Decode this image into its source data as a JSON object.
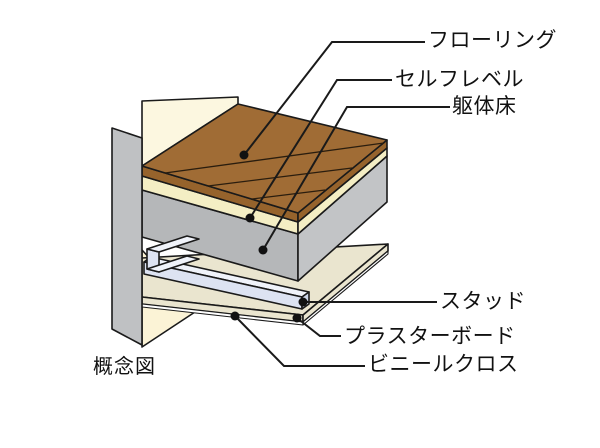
{
  "diagram": {
    "caption": "概念図",
    "labels": [
      {
        "id": "flooring",
        "text": "フローリング"
      },
      {
        "id": "self-level",
        "text": "セルフレベル"
      },
      {
        "id": "structural-floor",
        "text": "躯体床"
      },
      {
        "id": "stud",
        "text": "スタッド"
      },
      {
        "id": "plasterboard",
        "text": "プラスターボード"
      },
      {
        "id": "vinyl-cloth",
        "text": "ビニールクロス"
      }
    ],
    "colors": {
      "flooring_top": "#A06C35",
      "flooring_edge": "#96632C",
      "self_level": "#F4EEC4",
      "slab_front": "#B5B7B9",
      "slab_side": "#C2C4C6",
      "wall_column": "#BFC1C3",
      "wall_upper": "#FCF7E0",
      "wall_lower": "#FBF3D6",
      "plasterboard": "#EAE5CF",
      "stud_top": "#F0F3FA",
      "stud_front": "#DDE3F2",
      "stud_end": "#CCD5E8",
      "line": "#1A1A1A"
    }
  }
}
